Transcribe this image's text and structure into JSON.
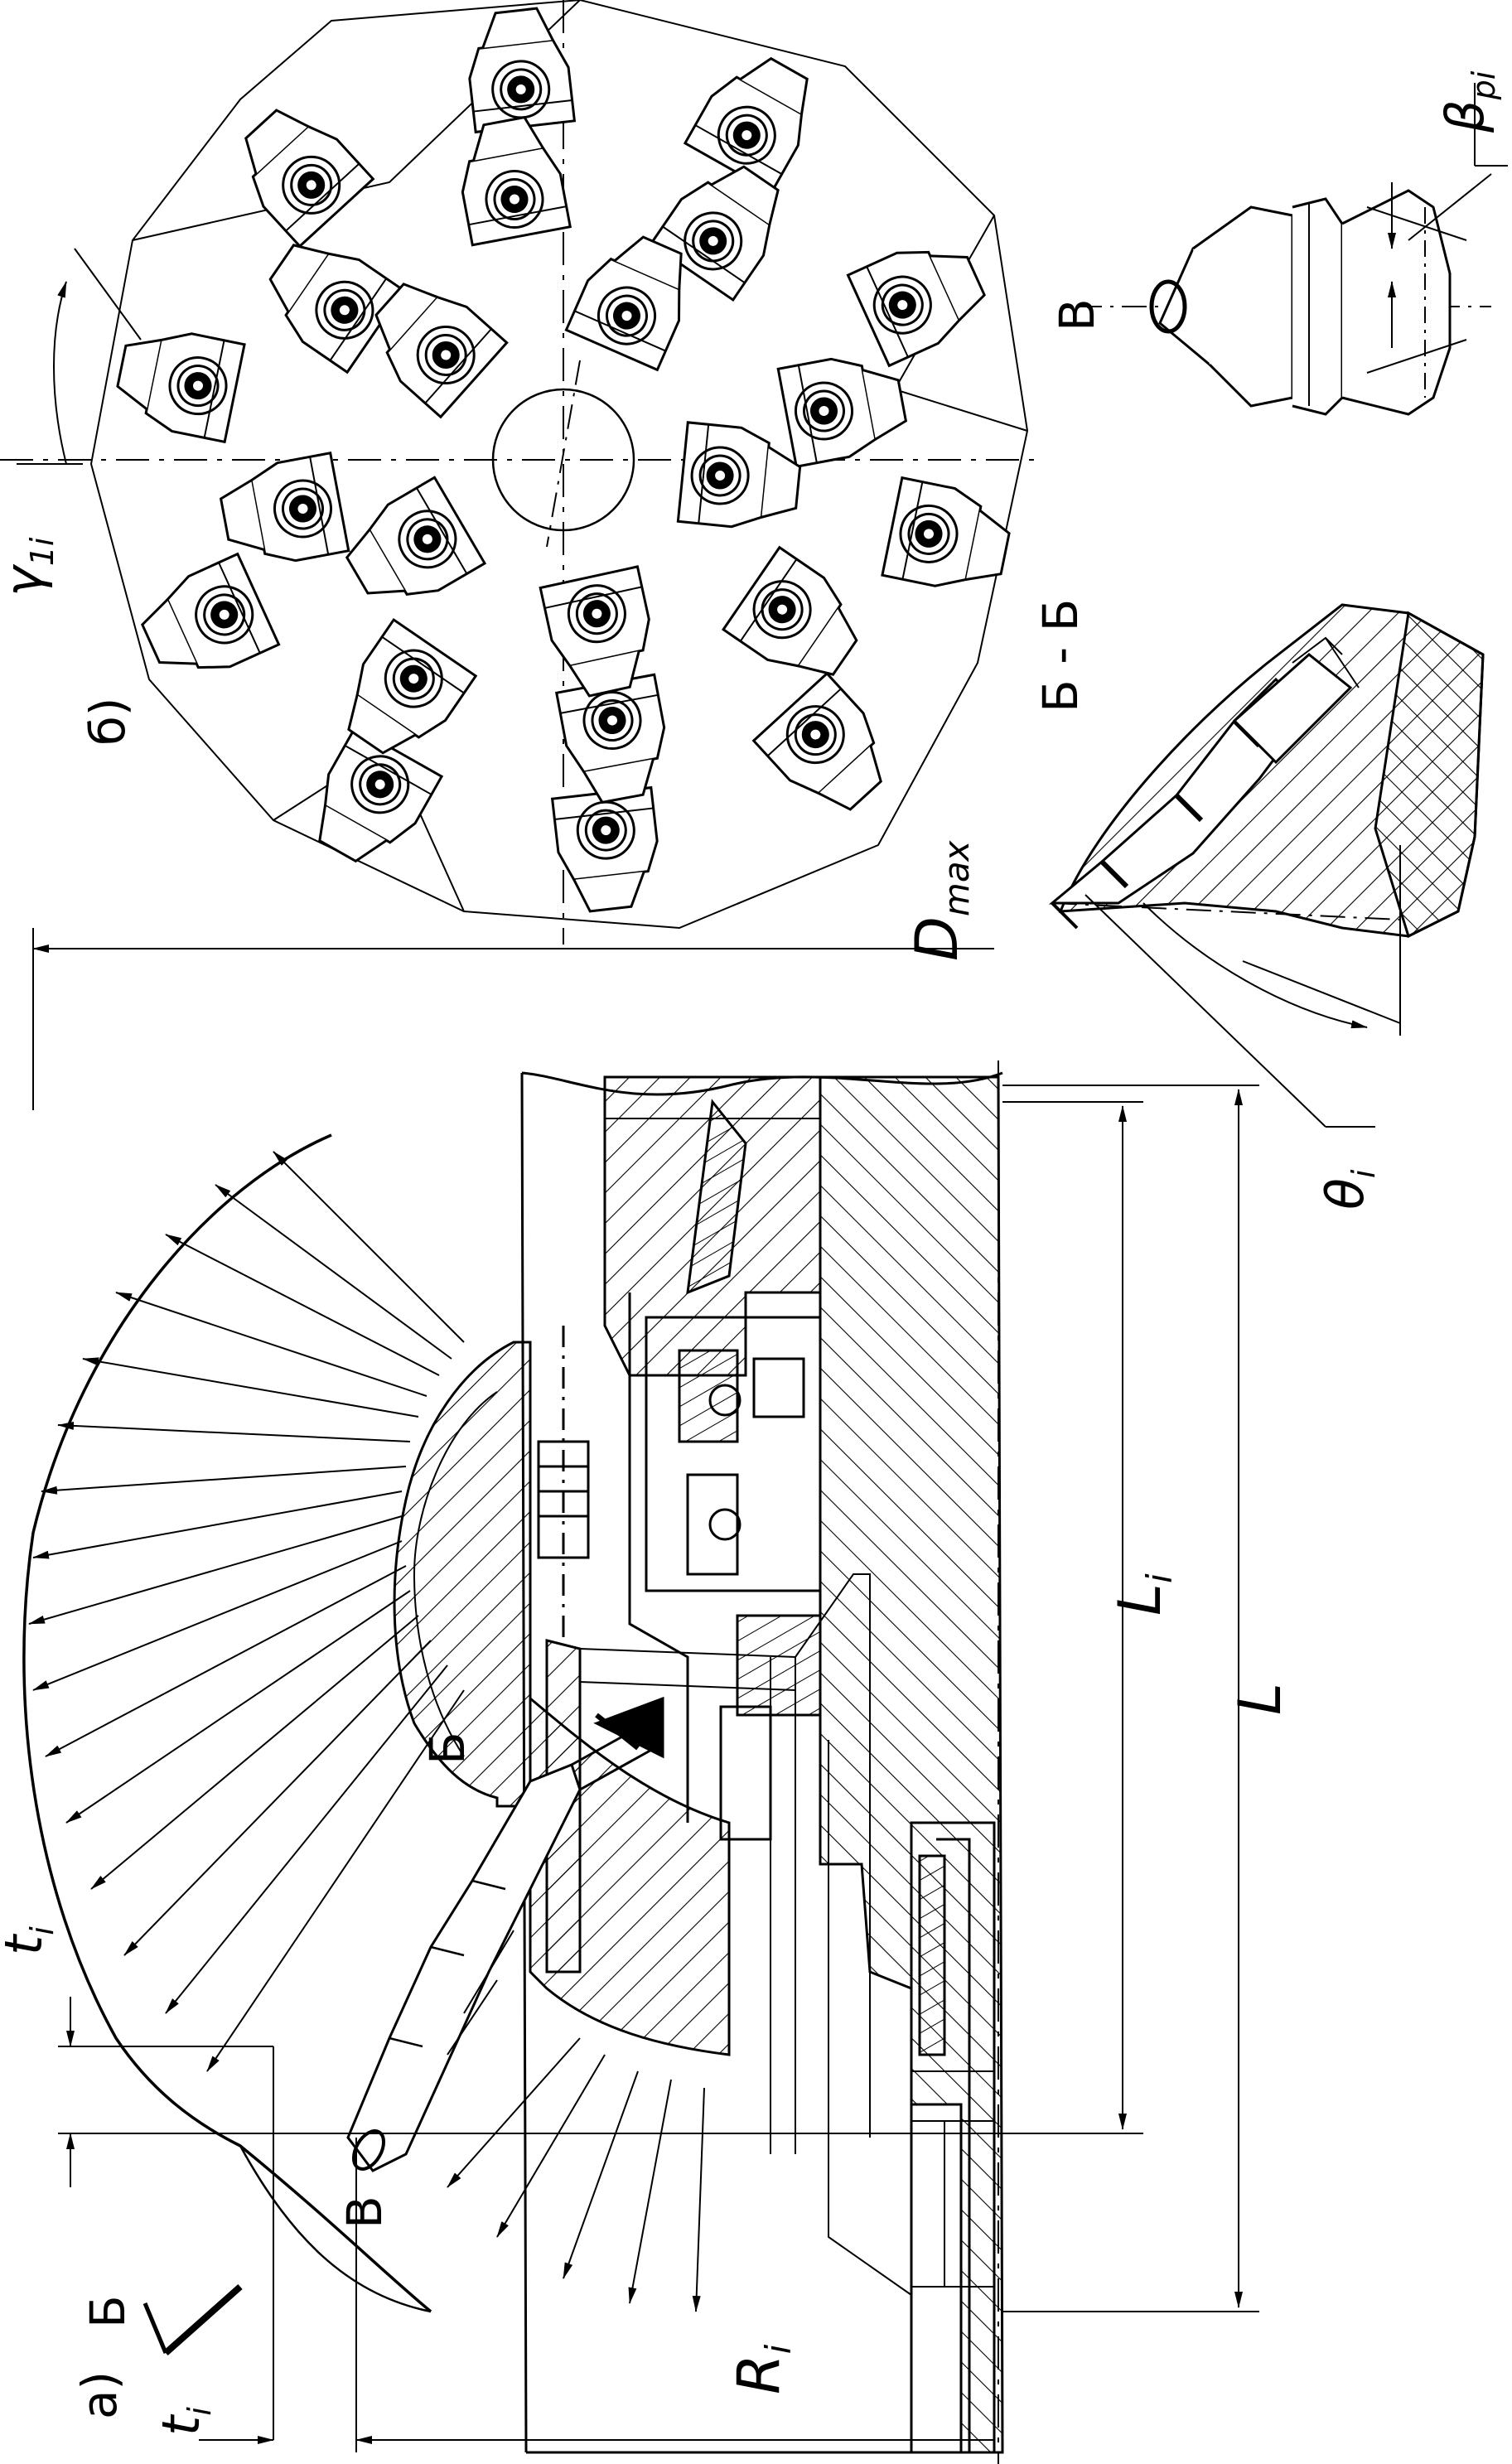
{
  "labels": {
    "view_a": "а)",
    "view_b": "б)",
    "section_bb": "Б - Б",
    "section_mark_b": "Б",
    "section_mark_b2": "Б",
    "view_mark_v": "В",
    "view_mark_v2": "В"
  },
  "symbols": {
    "D": "D",
    "D_sub": "max",
    "L": "L",
    "L_i": "L",
    "L_i_sub": "i",
    "R": "R",
    "R_sub": "i",
    "t_top": "t",
    "t_top_sub": "i",
    "t_bottom": "t",
    "t_bottom_sub": "i",
    "gamma": "γ",
    "gamma_sub": "1i",
    "beta": "β",
    "beta_sub": "pi",
    "theta": "θ",
    "theta_sub": "i"
  },
  "colors": {
    "line": "#000000",
    "background": "#ffffff"
  }
}
